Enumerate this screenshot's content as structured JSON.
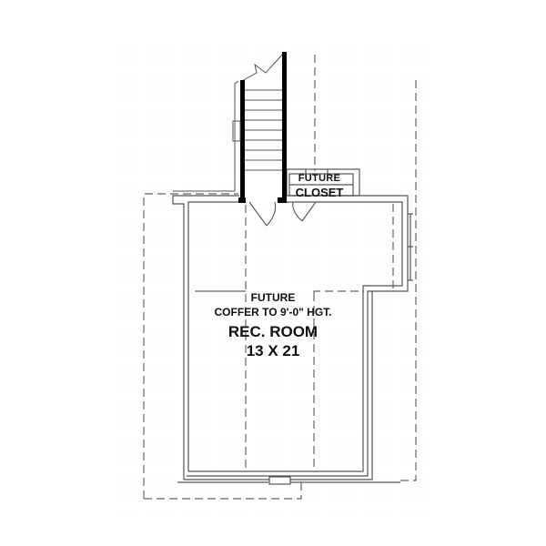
{
  "plan": {
    "closet": {
      "line1": "FUTURE",
      "line2": "CLOSET"
    },
    "rec_room": {
      "line1": "FUTURE",
      "line2": "COFFER TO 9'-0\" HGT.",
      "name": "REC. ROOM",
      "dimensions": "13 X 21"
    }
  },
  "colors": {
    "wall": "#555555",
    "stair_wall": "#000000",
    "dashed": "#666666",
    "grid": "#eeeeee",
    "background": "#ffffff"
  }
}
